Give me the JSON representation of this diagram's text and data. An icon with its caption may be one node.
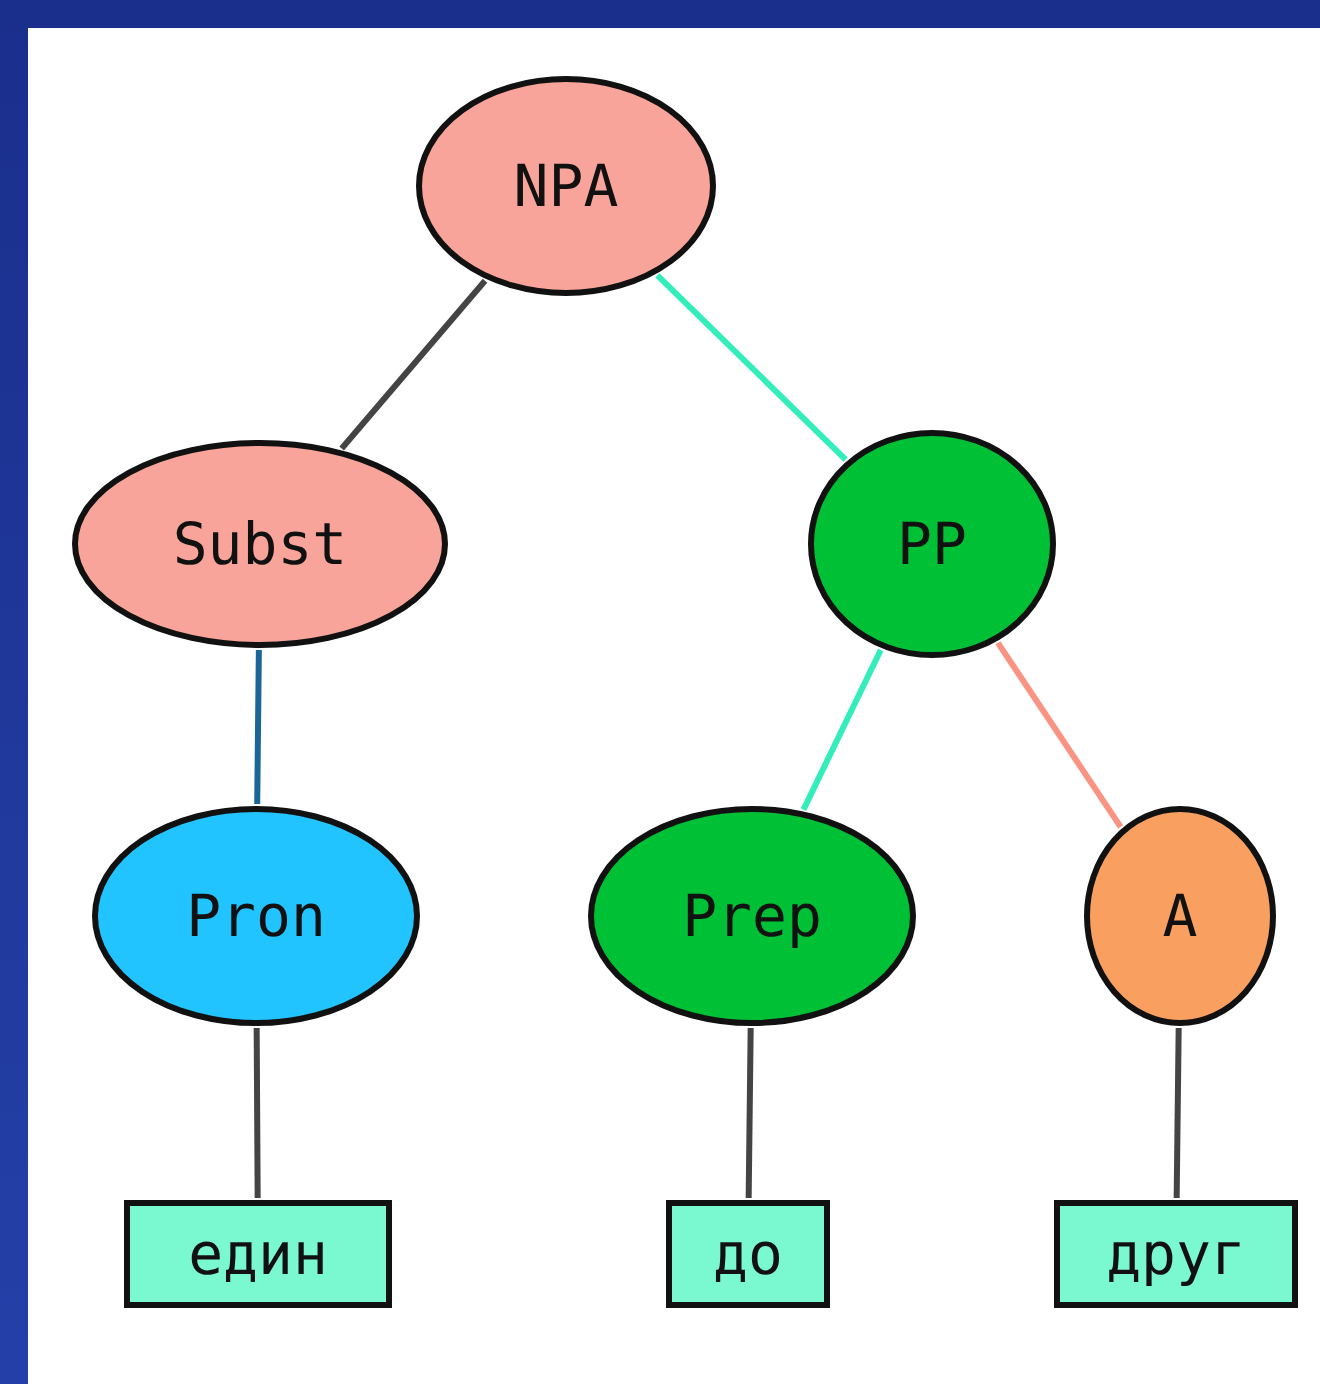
{
  "diagram": {
    "nodes": [
      {
        "text": [
          "NPA"
        ]
      },
      {
        "text": [
          "Subst"
        ]
      },
      {
        "text": [
          "PP"
        ]
      },
      {
        "text": [
          "Pron"
        ]
      },
      {
        "text": [
          "Prep"
        ]
      },
      {
        "text": [
          "A"
        ]
      },
      {
        "text": [
          "един"
        ]
      },
      {
        "text": [
          "до"
        ]
      },
      {
        "text": [
          "друг"
        ]
      }
    ],
    "edges": [
      {
        "from": 0,
        "to": 1,
        "arrow": "none"
      },
      {
        "from": 0,
        "to": 2,
        "arrow": "none",
        "color": "#33eebb"
      },
      {
        "from": 1,
        "to": 3,
        "arrow": "none",
        "color": "#1a6699"
      },
      {
        "from": 2,
        "to": 4,
        "arrow": "none",
        "color": "#33eebb"
      },
      {
        "from": 2,
        "to": 5,
        "arrow": "none",
        "color": "#f99484"
      },
      {
        "from": 3,
        "to": 6,
        "arrow": "none"
      },
      {
        "from": 4,
        "to": 7,
        "arrow": "none"
      },
      {
        "from": 5,
        "to": 8,
        "arrow": "none"
      }
    ]
  }
}
